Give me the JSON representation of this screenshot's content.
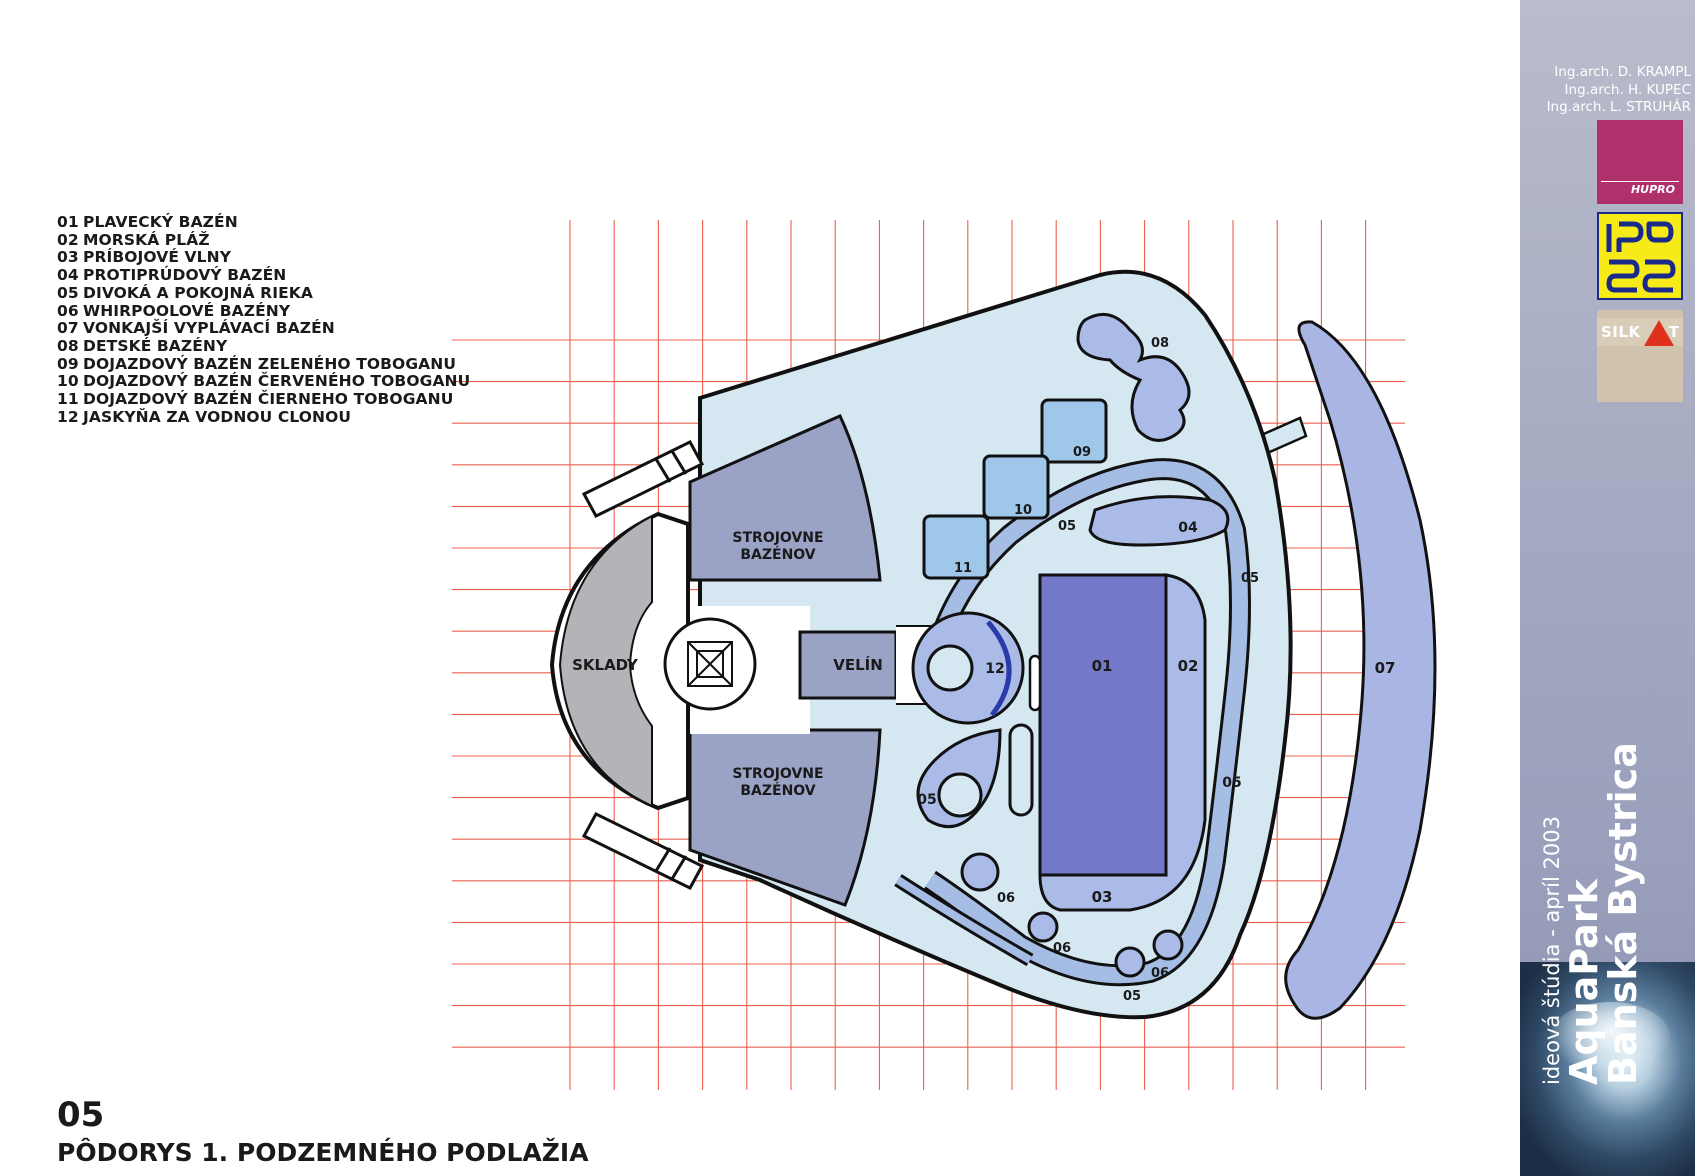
{
  "legend": {
    "items": [
      {
        "num": "01",
        "text": "PLAVECKÝ BAZÉN"
      },
      {
        "num": "02",
        "text": "MORSKÁ PLÁŽ"
      },
      {
        "num": "03",
        "text": "PRÍBOJOVÉ VLNY"
      },
      {
        "num": "04",
        "text": "PROTIPRÚDOVÝ BAZÉN"
      },
      {
        "num": "05",
        "text": "DIVOKÁ A POKOJNÁ RIEKA"
      },
      {
        "num": "06",
        "text": "WHIRPOOLOVÉ BAZÉNY"
      },
      {
        "num": "07",
        "text": "VONKAJŠÍ VYPLÁVACÍ BAZÉN"
      },
      {
        "num": "08",
        "text": "DETSKÉ BAZÉNY"
      },
      {
        "num": "09",
        "text": "DOJAZDOVÝ BAZÉN ZELENÉHO TOBOGANU"
      },
      {
        "num": "10",
        "text": "DOJAZDOVÝ BAZÉN ČERVENÉHO TOBOGANU"
      },
      {
        "num": "11",
        "text": "DOJAZDOVÝ BAZÉN ČIERNEHO TOBOGANU"
      },
      {
        "num": "12",
        "text": "JASKYŇA ZA VODNOU CLONOU"
      }
    ]
  },
  "page": {
    "number": "05",
    "title": "PÔDORYS 1. PODZEMNÉHO PODLAŽIA"
  },
  "sidebar": {
    "architects": [
      "Ing.arch. D. KRAMPL",
      "Ing.arch. H. KUPEC",
      "Ing.arch. L. STRUHÁR"
    ],
    "subtitle": "ideová štúdia - apríl 2003",
    "project": "AquaPark",
    "city": "Banská Bystrica",
    "logos": {
      "hupro": "HUPRO",
      "silkat_left": "SILK",
      "silkat_right": "T"
    }
  },
  "plan": {
    "labels": {
      "sklady": "SKLADY",
      "strojovne_top_1": "STROJOVNE",
      "strojovne_top_2": "BAZÉNOV",
      "strojovne_bottom_1": "STROJOVNE",
      "strojovne_bottom_2": "BAZÉNOV",
      "velin": "VELÍN",
      "p01": "01",
      "p02": "02",
      "p03": "03",
      "p04": "04",
      "p05a": "05",
      "p05b": "05",
      "p05c": "05",
      "p05d": "05",
      "p05e": "05",
      "p06a": "06",
      "p06b": "06",
      "p06c": "06",
      "p07": "07",
      "p08": "08",
      "p09": "09",
      "p10": "10",
      "p11": "11",
      "p12": "12"
    }
  },
  "colors": {
    "grid": "#e8503c",
    "water_light": "#d5e8f2",
    "pool_main": "#7478c8",
    "pool_medium": "#9fb8e2",
    "machine_room": "#9aa3c6",
    "storage": "#b3b3b8",
    "outline": "#111111",
    "outdoor_pool": "#a9b6e4"
  }
}
